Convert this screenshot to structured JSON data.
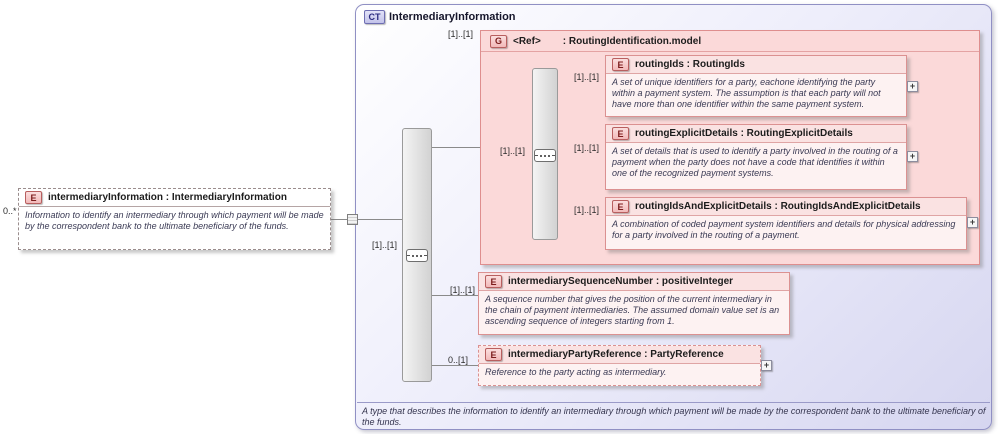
{
  "icons": {
    "plus": "+"
  },
  "source": {
    "cardinality": "0..*",
    "badge": "E",
    "title": "intermediaryInformation : IntermediaryInformation",
    "description": "Information to identify an intermediary through which payment will be made by the correspondent bank to the ultimate beneficiary of the funds."
  },
  "complex_type": {
    "badge": "CT",
    "title": "IntermediaryInformation",
    "root_cardinality": "[1]..[1]",
    "footer": "A type that describes the information to identify an intermediary through which payment will be made by the correspondent bank to the ultimate beneficiary of the funds."
  },
  "group": {
    "badge": "G",
    "cardinality": "[1]..[1]",
    "ref": "<Ref>",
    "type": ": RoutingIdentification.model",
    "sequence_cardinality": "[1]..[1]",
    "children": [
      {
        "badge": "E",
        "cardinality": "[1]..[1]",
        "title": "routingIds : RoutingIds",
        "description": "A set of unique identifiers for a party, eachone identifying the party within a payment system. The assumption is that each party will not have more than one identifier within the same payment system."
      },
      {
        "badge": "E",
        "cardinality": "[1]..[1]",
        "title": "routingExplicitDetails : RoutingExplicitDetails",
        "description": "A set of details that is used to identify a party involved in the routing of a payment when the party does not have a code that identifies it within one of the recognized payment systems."
      },
      {
        "badge": "E",
        "cardinality": "[1]..[1]",
        "title": "routingIdsAndExplicitDetails : RoutingIdsAndExplicitDetails",
        "description": "A combination of coded payment system identifiers and details for physical addressing for a party involved in the routing of a payment."
      }
    ]
  },
  "elements": [
    {
      "badge": "E",
      "cardinality": "[1]..[1]",
      "title": "intermediarySequenceNumber : positiveInteger",
      "description": "A sequence number that gives the position of the current intermediary in the chain of payment intermediaries. The assumed domain value set is an ascending sequence of integers starting from 1."
    },
    {
      "badge": "E",
      "cardinality": "0..[1]",
      "title": "intermediaryPartyReference : PartyReference",
      "description": "Reference to the party acting as intermediary."
    }
  ]
}
